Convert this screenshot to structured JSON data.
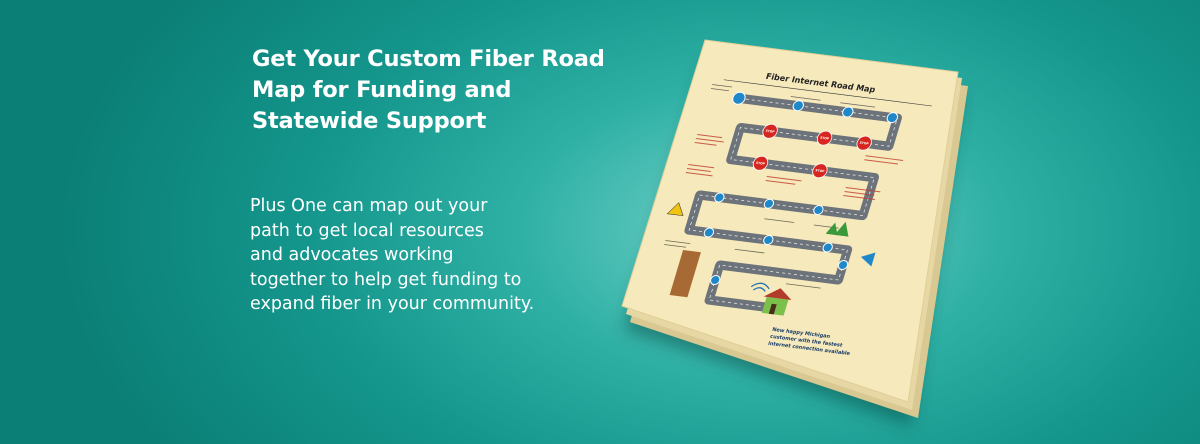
{
  "headline": {
    "lines": [
      "Get Your Custom Fiber Road",
      "Map for Funding and",
      "Statewide Support"
    ]
  },
  "body": {
    "lines": [
      "Plus One can map out your",
      "path to get local resources",
      "and advocates working",
      "together to help get funding to",
      "expand fiber in your community."
    ]
  },
  "roadmap": {
    "title": "Fiber Internet Road Map",
    "footer_lines": [
      "New happy Michigan",
      "customer with the fastest",
      "internet connection available"
    ],
    "stop_label": "STOP",
    "colors": {
      "paper": "#f6e9bb",
      "road": "#7a7f86",
      "node": "#1e88c9",
      "stop": "#d7261f",
      "accent_text": "#c0392b"
    }
  }
}
